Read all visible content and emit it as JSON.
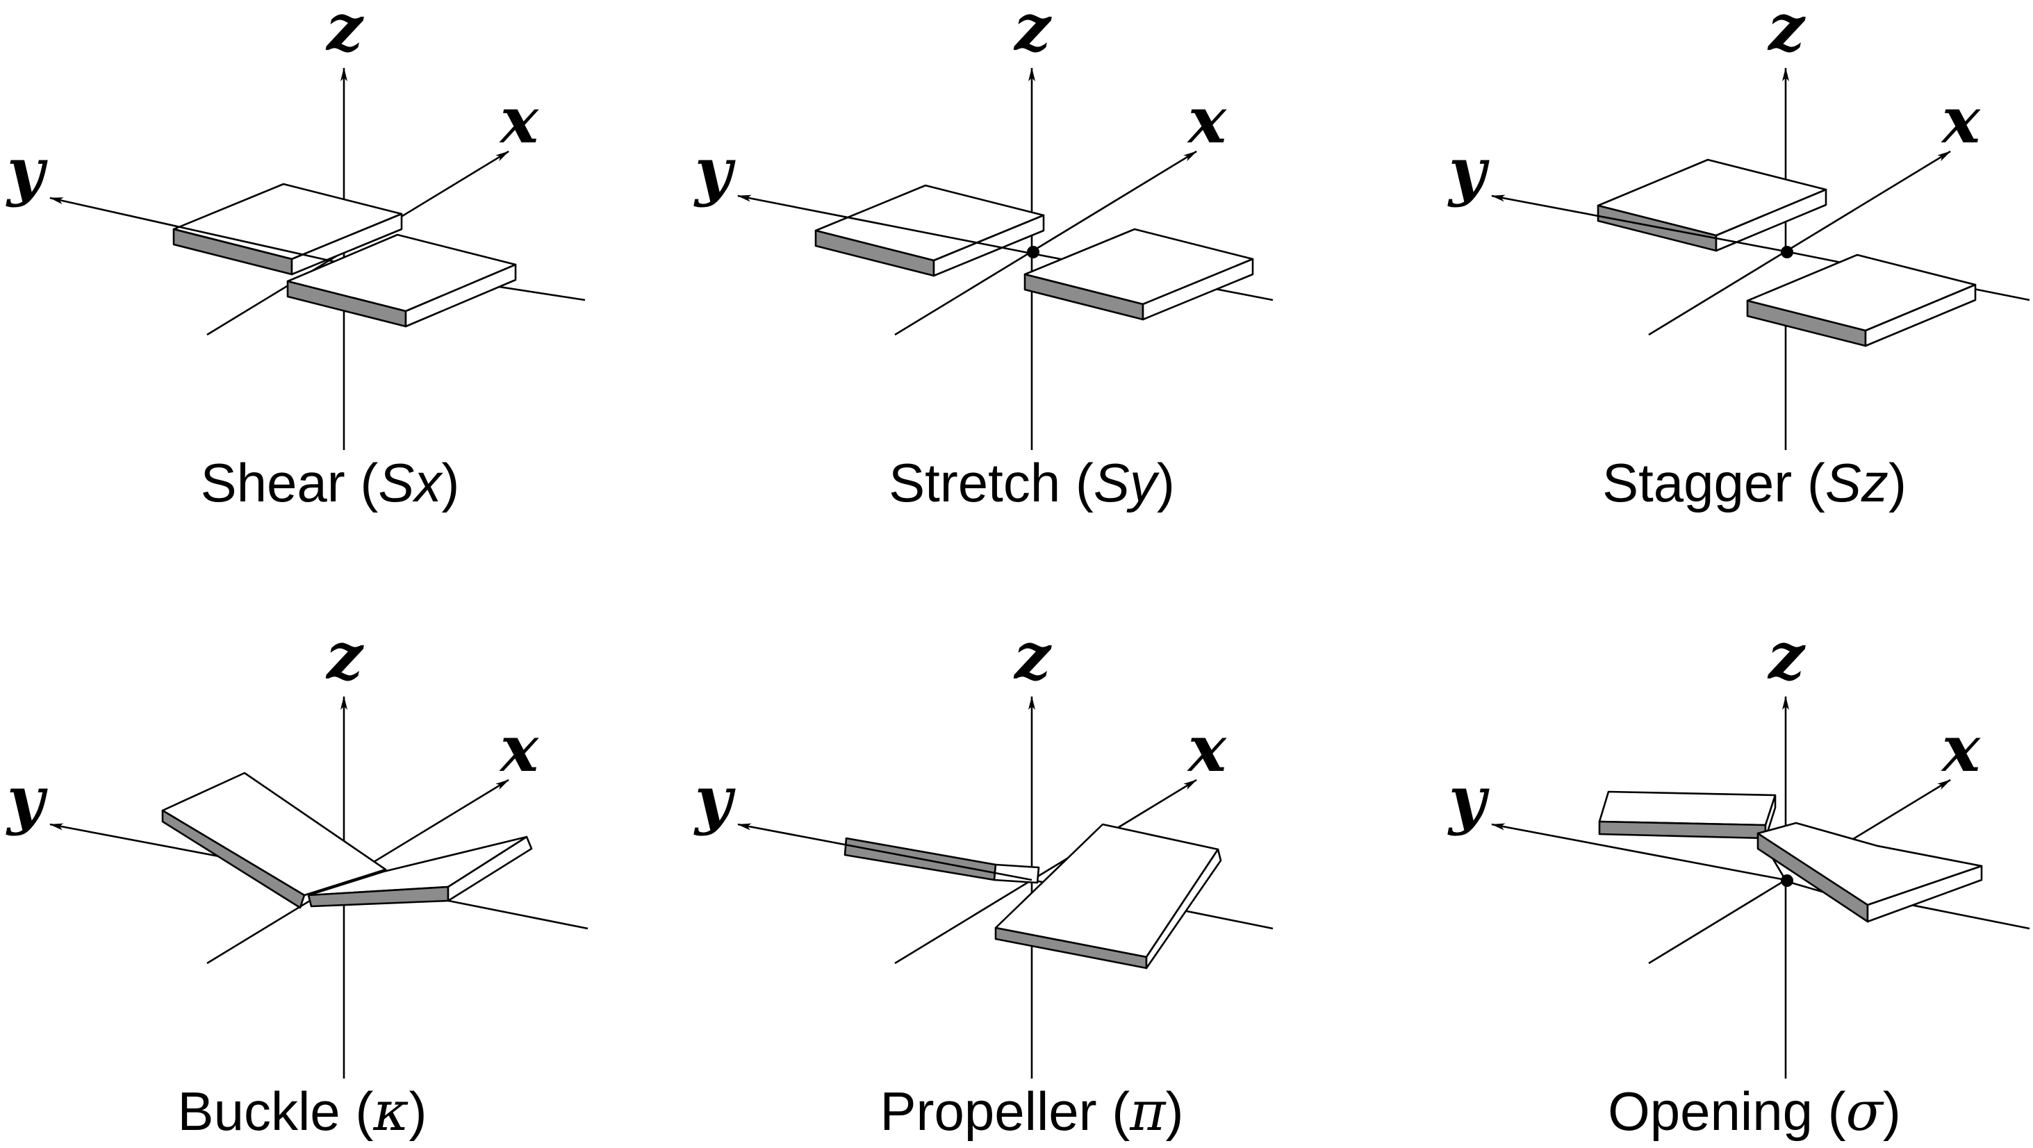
{
  "panels": [
    {
      "id": "shear",
      "caption_prefix": "Shear (",
      "caption_symbol": "Sx",
      "caption_suffix": ")",
      "axis_labels": {
        "x": "x",
        "y": "y",
        "z": "z"
      }
    },
    {
      "id": "stretch",
      "caption_prefix": "Stretch (",
      "caption_symbol": "Sy",
      "caption_suffix": ")",
      "axis_labels": {
        "x": "x",
        "y": "y",
        "z": "z"
      }
    },
    {
      "id": "stagger",
      "caption_prefix": "Stagger (",
      "caption_symbol": "Sz",
      "caption_suffix": ")",
      "axis_labels": {
        "x": "x",
        "y": "y",
        "z": "z"
      }
    },
    {
      "id": "buckle",
      "caption_prefix": "Buckle (",
      "caption_symbol": "κ",
      "caption_suffix": ")",
      "axis_labels": {
        "x": "x",
        "y": "y",
        "z": "z"
      }
    },
    {
      "id": "propeller",
      "caption_prefix": "Propeller (",
      "caption_symbol": "π",
      "caption_suffix": ")",
      "axis_labels": {
        "x": "x",
        "y": "y",
        "z": "z"
      }
    },
    {
      "id": "opening",
      "caption_prefix": "Opening (",
      "caption_symbol": "σ",
      "caption_suffix": ")",
      "axis_labels": {
        "x": "x",
        "y": "y",
        "z": "z"
      }
    }
  ],
  "colors": {
    "stroke": "#000000",
    "slab_top": "#ffffff",
    "slab_side": "#8c8c8c",
    "background": "#ffffff"
  }
}
